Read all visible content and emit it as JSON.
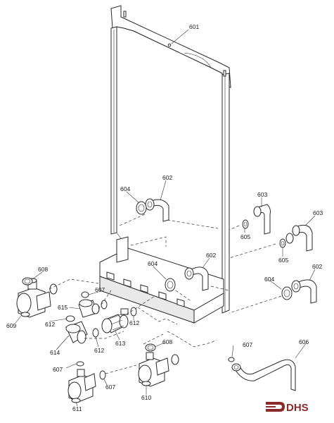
{
  "parts": {
    "p601": "601",
    "p602a": "602",
    "p602b": "602",
    "p602c": "602",
    "p603a": "603",
    "p603b": "603",
    "p604a": "604",
    "p604b": "604",
    "p604c": "604",
    "p605a": "605",
    "p605b": "605",
    "p606": "606",
    "p607a": "607",
    "p607b": "607",
    "p607c": "607",
    "p607d": "607",
    "p608a": "608",
    "p608b": "608",
    "p609": "609",
    "p610": "610",
    "p611": "611",
    "p612a": "612",
    "p612b": "612",
    "p612c": "612",
    "p613": "613",
    "p614": "614",
    "p615": "615"
  },
  "logo": {
    "text": "DHS",
    "color": "#8b2a2a"
  }
}
